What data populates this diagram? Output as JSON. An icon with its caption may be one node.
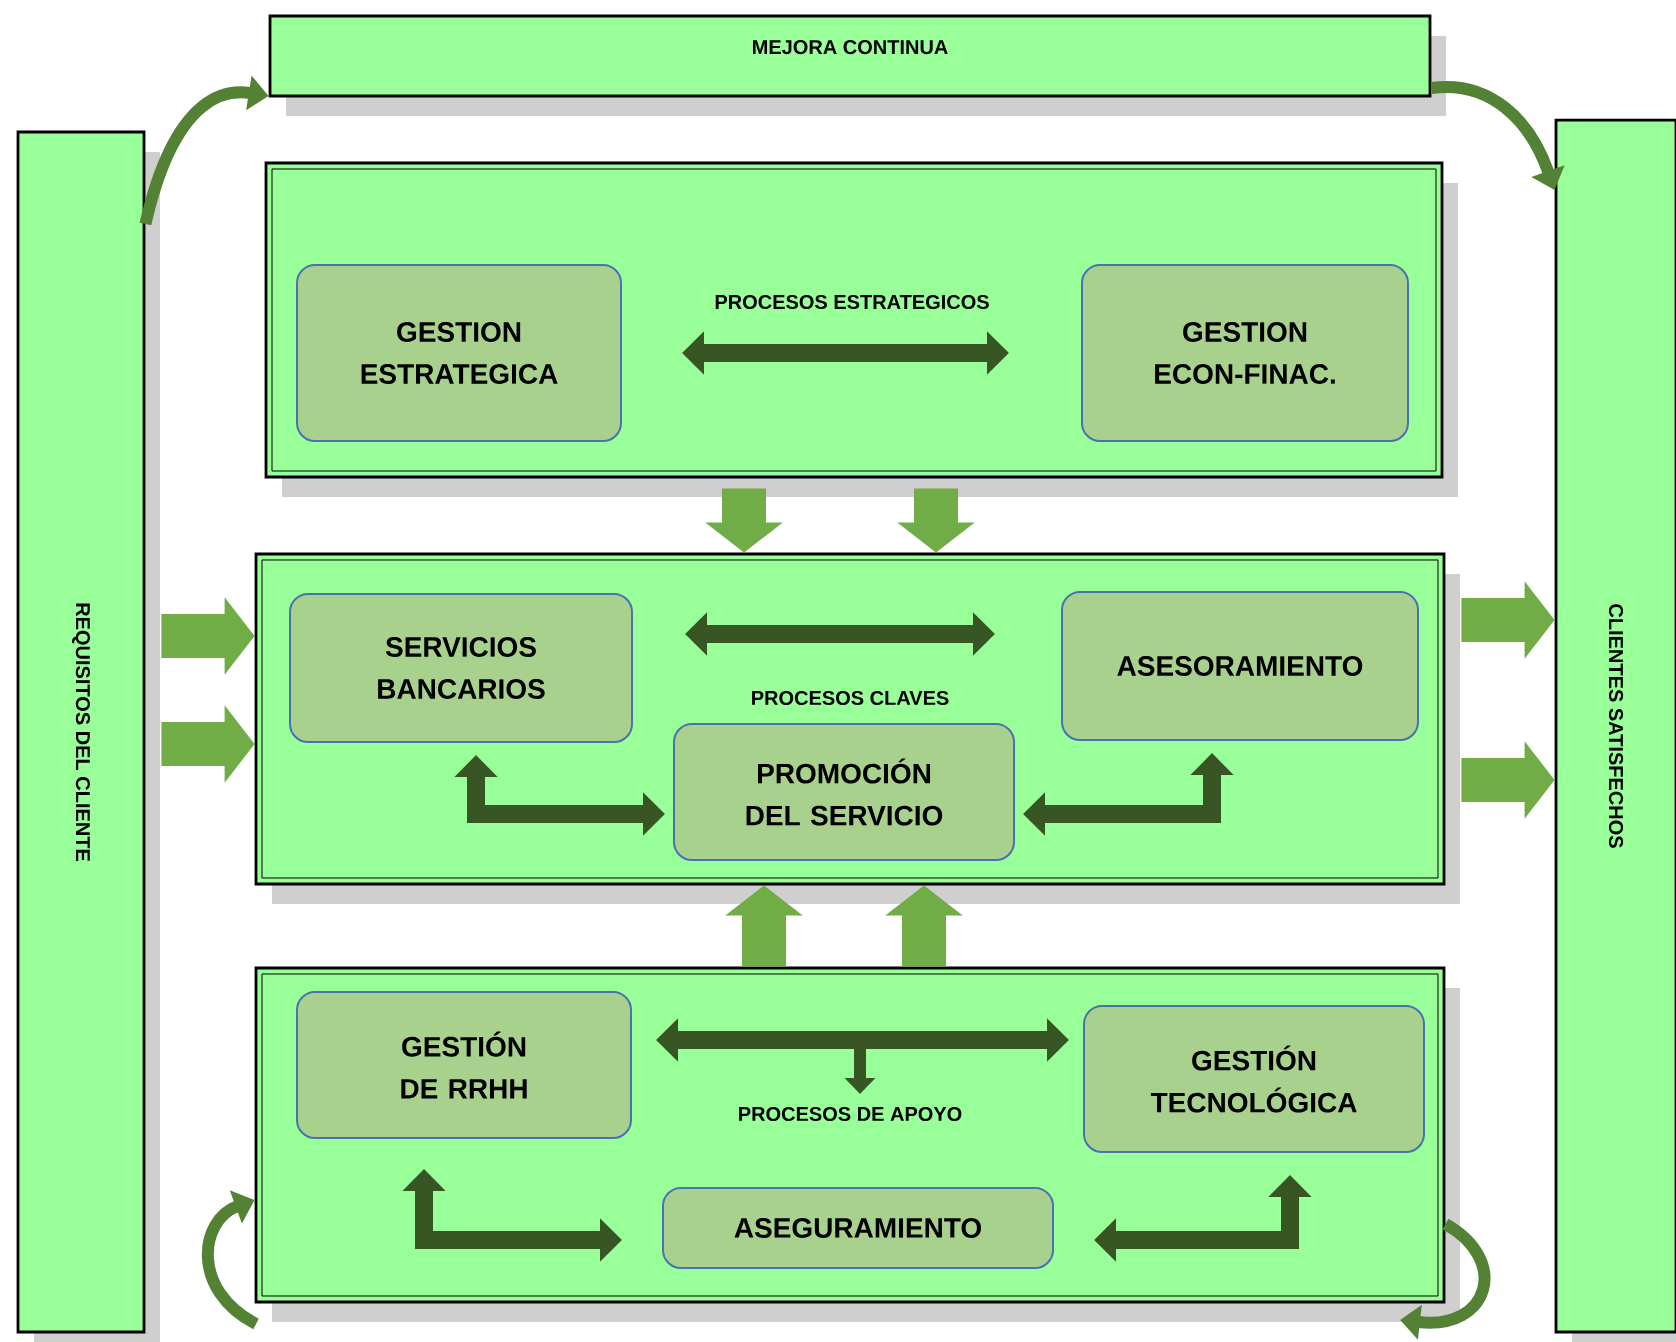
{
  "diagram": {
    "nodes": [
      {
        "text": [
          "MEJORA CONTINUA"
        ]
      },
      {
        "text": [
          "REQUISITOS DEL CLIENTE"
        ]
      },
      {
        "text": [
          "CLIENTES SATISFECHOS"
        ]
      },
      {
        "text": [
          "PROCESOS ESTRATEGICOS"
        ]
      },
      {
        "text": [
          "GESTION ESTRATEGICA"
        ],
        "in": 3
      },
      {
        "text": [
          "GESTION ECON-FINAC."
        ],
        "in": 3
      },
      {
        "text": [
          "PROCESOS CLAVES"
        ]
      },
      {
        "text": [
          "SERVICIOS BANCARIOS"
        ],
        "in": 6
      },
      {
        "text": [
          "ASESORAMIENTO"
        ],
        "in": 6
      },
      {
        "text": [
          "PROMOCIÓN DEL SERVICIO"
        ],
        "in": 6
      },
      {
        "text": [
          "PROCESOS DE APOYO"
        ]
      },
      {
        "text": [
          "GESTIÓN DE RRHH"
        ],
        "in": 10
      },
      {
        "text": [
          "GESTIÓN TECNOLÓGICA"
        ],
        "in": 10
      },
      {
        "text": [
          "ASEGURAMIENTO"
        ],
        "in": 10
      }
    ],
    "edges": [
      {
        "from": 4,
        "to": 5,
        "arrow": "both",
        "color": "#375623"
      },
      {
        "from": 7,
        "to": 8,
        "arrow": "both",
        "color": "#375623"
      },
      {
        "from": 7,
        "to": 9,
        "arrow": "both",
        "color": "#375623"
      },
      {
        "from": 8,
        "to": 9,
        "arrow": "both",
        "color": "#375623"
      },
      {
        "from": 11,
        "to": 12,
        "arrow": "both",
        "color": "#375623"
      },
      {
        "from": 11,
        "to": 13,
        "arrow": "both",
        "color": "#375623"
      },
      {
        "from": 12,
        "to": 13,
        "arrow": "both",
        "color": "#375623"
      },
      {
        "from": 3,
        "to": 6,
        "arrow": "to",
        "style": "thick"
      },
      {
        "from": 3,
        "to": 6,
        "arrow": "to",
        "style": "thick"
      },
      {
        "from": 10,
        "to": 6,
        "arrow": "to",
        "style": "thick"
      },
      {
        "from": 10,
        "to": 6,
        "arrow": "to",
        "style": "thick"
      },
      {
        "from": 1,
        "to": 6,
        "arrow": "to",
        "style": "thick"
      },
      {
        "from": 1,
        "to": 6,
        "arrow": "to",
        "style": "thick"
      },
      {
        "from": 6,
        "to": 2,
        "arrow": "to",
        "style": "thick"
      },
      {
        "from": 6,
        "to": 2,
        "arrow": "to",
        "style": "thick"
      },
      {
        "from": 1,
        "to": 0,
        "arrow": "to",
        "color": "#548235"
      },
      {
        "from": 0,
        "to": 2,
        "arrow": "to",
        "color": "#548235"
      },
      {
        "from": null,
        "to": 10,
        "arrow": "to",
        "color": "#548235"
      },
      {
        "from": 10,
        "to": null,
        "arrow": "to",
        "color": "#548235"
      }
    ]
  }
}
